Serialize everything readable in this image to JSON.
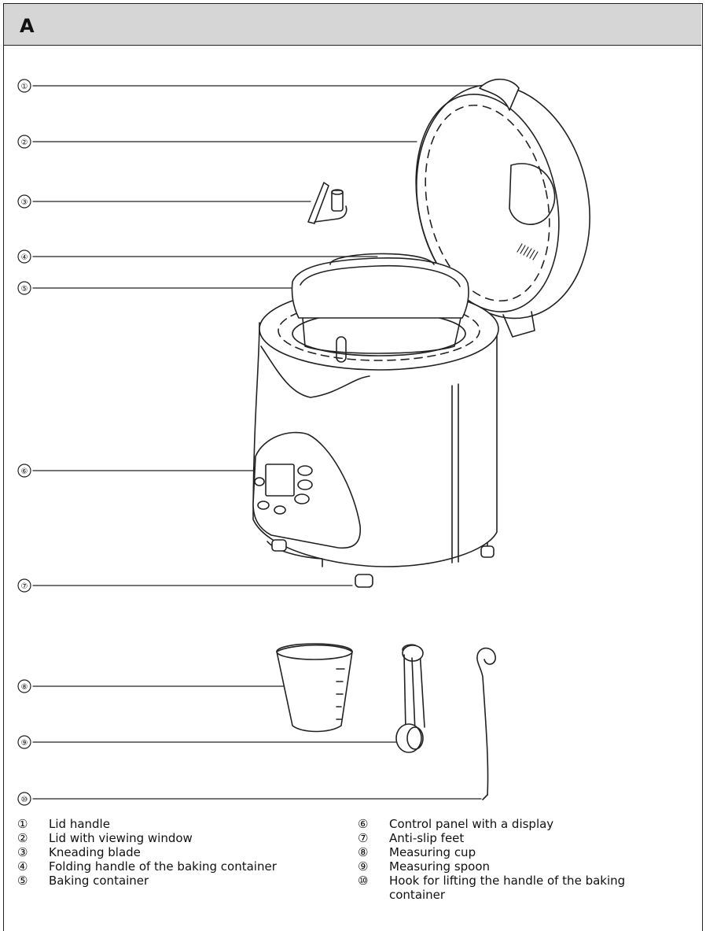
{
  "section": {
    "letter": "A"
  },
  "callouts": [
    "①",
    "②",
    "③",
    "④",
    "⑤",
    "⑥",
    "⑦",
    "⑧",
    "⑨",
    "⑩"
  ],
  "legend": {
    "left": [
      {
        "num": "①",
        "label": "Lid handle"
      },
      {
        "num": "②",
        "label": "Lid with viewing window"
      },
      {
        "num": "③",
        "label": "Kneading blade"
      },
      {
        "num": "④",
        "label": "Folding handle of the baking container"
      },
      {
        "num": "⑤",
        "label": "Baking container"
      }
    ],
    "right": [
      {
        "num": "⑥",
        "label": "Control panel with a display"
      },
      {
        "num": "⑦",
        "label": "Anti-slip feet"
      },
      {
        "num": "⑧",
        "label": "Measuring cup"
      },
      {
        "num": "⑨",
        "label": "Measuring spoon"
      },
      {
        "num": "⑩",
        "label": "Hook for lifting the handle of the baking container"
      }
    ]
  },
  "colors": {
    "header_bg": "#d6d6d6",
    "line": "#222222"
  }
}
